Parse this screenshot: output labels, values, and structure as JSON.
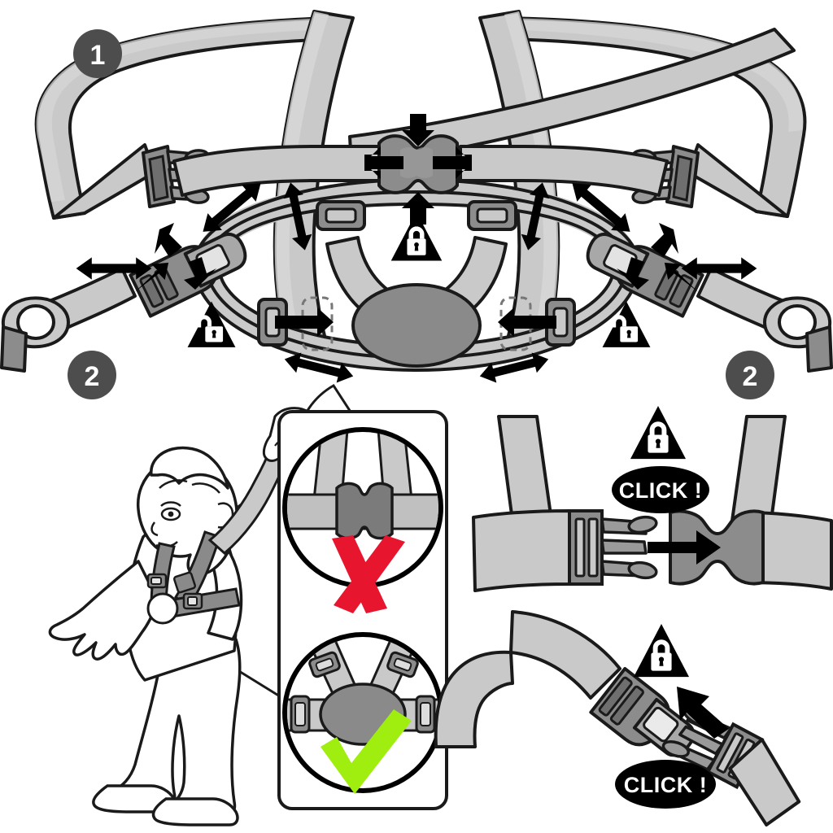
{
  "document": {
    "title": "Child Walking Harness — Assembly & Fastening Instructions",
    "type": "instruction-diagram",
    "background_color": "#ffffff"
  },
  "palette": {
    "strap_light": "#c9c9c9",
    "strap_shade": "#b0b0b0",
    "strap_highlight": "#d8d8d8",
    "buckle_mid": "#8c8c8c",
    "buckle_dark": "#767676",
    "pad_gray": "#8a8a8a",
    "outline": "#1a1a1a",
    "badge_gray": "#4d4d4d",
    "black": "#000000",
    "white": "#ffffff",
    "red_x": "#e8152f",
    "green_check": "#a0ee10"
  },
  "panels": {
    "top": {
      "name": "harness-exploded-view",
      "steps": [
        {
          "id": "step-1",
          "label": "1",
          "position": "upper-left",
          "badge_color": "#4d4d4d",
          "text_color": "#ffffff"
        },
        {
          "id": "step-2-left",
          "label": "2",
          "position": "lower-left",
          "badge_color": "#4d4d4d",
          "text_color": "#ffffff"
        },
        {
          "id": "step-2-right",
          "label": "2",
          "position": "lower-right",
          "badge_color": "#4d4d4d",
          "text_color": "#ffffff"
        }
      ],
      "lock_icons": [
        {
          "id": "lock-center",
          "state": "locked",
          "shape": "triangle",
          "color": "#000000"
        },
        {
          "id": "lock-left",
          "state": "unlocked",
          "shape": "triangle",
          "color": "#000000"
        },
        {
          "id": "lock-right",
          "state": "unlocked",
          "shape": "triangle",
          "color": "#000000"
        }
      ],
      "arrow_count": 16
    },
    "child": {
      "name": "child-wearing-harness",
      "description": "Line drawing of a toddler walking, wearing the chest harness, with an adult hand holding the rein strap"
    },
    "inset": {
      "name": "correct-incorrect-comparison",
      "border_radius": 16,
      "items": [
        {
          "id": "incorrect-detail",
          "mark": "X",
          "mark_color": "#e8152f",
          "meaning": "incorrect"
        },
        {
          "id": "correct-detail",
          "mark": "check",
          "mark_color": "#a0ee10",
          "meaning": "correct"
        }
      ]
    },
    "click_top": {
      "name": "chest-buckle-click-panel",
      "click_label": "CLICK !",
      "lock_state": "locked",
      "badge_bg": "#000000",
      "badge_text_color": "#ffffff"
    },
    "click_bottom": {
      "name": "waist-buckle-click-panel",
      "click_label": "CLICK !",
      "lock_state": "locked",
      "badge_bg": "#000000",
      "badge_text_color": "#ffffff"
    }
  },
  "icons": {
    "lock_closed": "padlock-closed-icon",
    "lock_open": "padlock-open-icon",
    "arrow": "direction-arrow-icon",
    "cross": "cross-mark-icon",
    "check": "check-mark-icon",
    "buckle_male": "buckle-male-icon",
    "buckle_female": "buckle-female-icon",
    "slider": "strap-slider-icon"
  },
  "labels": {
    "step_one": "1",
    "step_two_left": "2",
    "step_two_right": "2",
    "click_one": "CLICK !",
    "click_two": "CLICK !"
  }
}
